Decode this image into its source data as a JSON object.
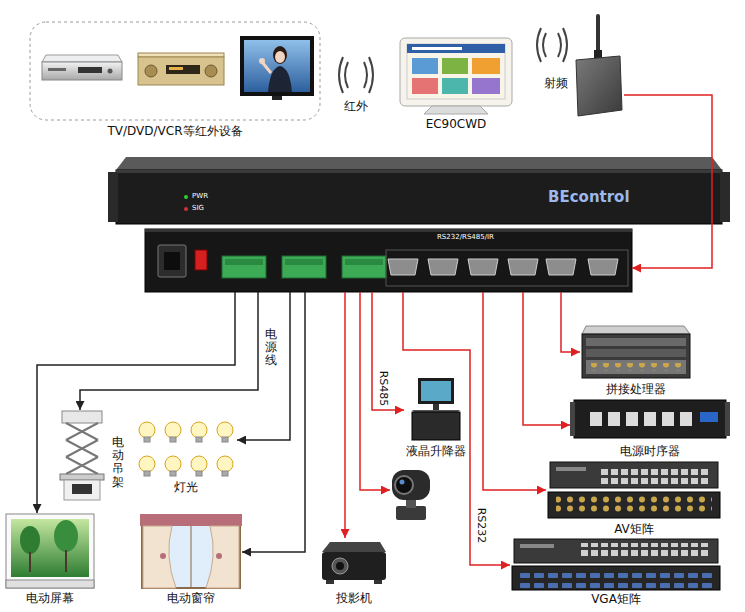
{
  "diagram": {
    "nodes": [
      {
        "text": [
          "TV/DVD/VCR等红外设备"
        ]
      },
      {
        "text": [
          "EC90CWD"
        ]
      },
      {
        "text": [
          "射频"
        ]
      },
      {
        "text": [
          "RS232/RS485/IR"
        ]
      },
      {
        "text": [
          "电动屏幕"
        ]
      },
      {
        "text": [
          "电动吊架"
        ]
      },
      {
        "text": [
          "灯光"
        ]
      },
      {
        "text": [
          "电动窗帘"
        ]
      },
      {
        "text": [
          "投影机"
        ]
      },
      {
        "text": []
      },
      {
        "text": [
          "液晶升降器"
        ]
      },
      {
        "text": [
          "拼接处理器"
        ]
      },
      {
        "text": [
          "电源时序器"
        ]
      },
      {
        "text": [
          "AV矩阵"
        ]
      },
      {
        "text": [
          "VGA矩阵"
        ]
      }
    ],
    "edges": [
      {
        "from": 2,
        "to": 3,
        "arrow": "to"
      },
      {
        "from": 3,
        "to": 4,
        "arrow": "to"
      },
      {
        "from": 3,
        "to": 5,
        "label": "电源线",
        "arrow": "to"
      },
      {
        "from": 3,
        "to": 6,
        "arrow": "to"
      },
      {
        "from": 3,
        "to": 7,
        "arrow": "to"
      },
      {
        "from": 3,
        "to": 8,
        "arrow": "to"
      },
      {
        "from": 3,
        "to": 9,
        "arrow": "to"
      },
      {
        "from": 3,
        "to": 10,
        "label": "RS485",
        "arrow": "to"
      },
      {
        "from": 3,
        "to": 11,
        "arrow": "to"
      },
      {
        "from": 3,
        "to": 12,
        "arrow": "to"
      },
      {
        "from": 3,
        "to": 13,
        "arrow": "to"
      },
      {
        "from": 3,
        "to": 14,
        "label": "RS232",
        "arrow": "to"
      }
    ],
    "labels": [
      "红外",
      "BEcontrol",
      "PWR",
      "SIG"
    ]
  }
}
